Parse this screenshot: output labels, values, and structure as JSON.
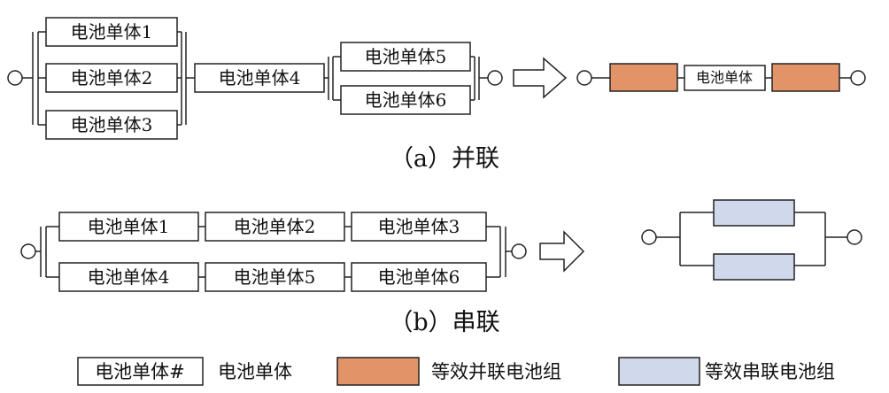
{
  "colors": {
    "parallel_group": "#E29468",
    "series_group": "#D0D8EC",
    "line": "#222222"
  },
  "parallel": {
    "cells": [
      "电池单体1",
      "电池单体2",
      "电池单体3",
      "电池单体4",
      "电池单体5",
      "电池单体6"
    ],
    "equiv_cell": "电池单体",
    "caption": "（a）并联"
  },
  "series": {
    "cells": [
      "电池单体1",
      "电池单体2",
      "电池单体3",
      "电池单体4",
      "电池单体5",
      "电池单体6"
    ],
    "caption": "（b）串联"
  },
  "legend": {
    "cell_symbol": "电池单体#",
    "cell_label": "电池单体",
    "parallel_label": "等效并联电池组",
    "series_label": "等效串联电池组"
  }
}
